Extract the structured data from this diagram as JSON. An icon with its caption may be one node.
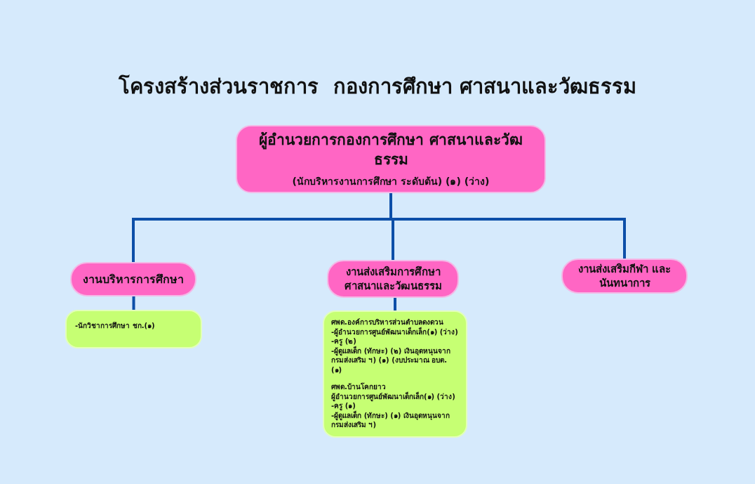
{
  "diagram": {
    "title": "โครงสร้างส่วนราชการ  กองการศึกษา ศาสนาและวัฒธรรม",
    "nodes": [
      {
        "text": [
          "ผู้อำนวยการกองการศึกษา ศาสนาและวัฒธรรม",
          "(นักบริหารงานการศึกษา ระดับต้น) (๑) (ว่าง)"
        ]
      },
      {
        "text": [
          "งานบริหารการศึกษา"
        ]
      },
      {
        "text": [
          "งานส่งเสริมการศึกษา ศาสนาและวัฒนธรรม"
        ]
      },
      {
        "text": [
          "งานส่งเสริมกีฬา และนันทนาการ"
        ]
      },
      {
        "text": [
          "-นักวิชาการศึกษา  ชก.(๑)"
        ]
      },
      {
        "text": [
          "ศพด.องค์การบริหารส่วนตำบลดงดวน",
          "-ผู้อำนวยการศูนย์พัฒนาเด็กเล็ก(๑) (ว่าง)",
          "-ครู (๒)",
          "-ผู้ดูแลเด็ก (ทักษะ) (๒) เงินอุดหนุนจาก กรมส่งเสริม ฯ) (๑) (งบประมาณ อบต. (๑)",
          "ศพด.บ้านโคกยาว",
          "ผู้อำนวยการศูนย์พัฒนาเด็กเล็ก(๑) (ว่าง)",
          "-ครู (๑)",
          "-ผู้ดูแลเด็ก (ทักษะ) (๑) เงินอุดหนุนจาก กรมส่งเสริม ฯ)"
        ]
      }
    ],
    "edges": [
      {
        "from": 0,
        "to": 1,
        "arrow": "none"
      },
      {
        "from": 0,
        "to": 2,
        "arrow": "none"
      },
      {
        "from": 0,
        "to": 3,
        "arrow": "none"
      },
      {
        "from": 1,
        "to": 4,
        "arrow": "none"
      },
      {
        "from": 2,
        "to": 5,
        "arrow": "none"
      }
    ]
  }
}
